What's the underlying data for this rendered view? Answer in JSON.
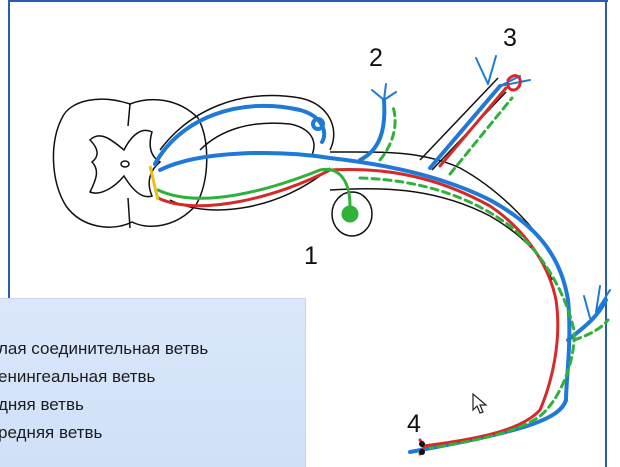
{
  "diagram": {
    "labels": [
      "1",
      "2",
      "3",
      "4"
    ],
    "colors": {
      "motor": "#1e7ad6",
      "sensory": "#d62a2a",
      "autonomic": "#2fb13b",
      "outline": "#111111",
      "frame": "#2a5bb0",
      "accent": "#e8c21a"
    }
  },
  "legend": {
    "items": [
      "лая соединительная ветвь",
      "енингеальная ветвь",
      "дняя ветвь",
      "редняя ветвь"
    ]
  },
  "icons": {
    "cursor": "mouse-pointer-icon"
  }
}
